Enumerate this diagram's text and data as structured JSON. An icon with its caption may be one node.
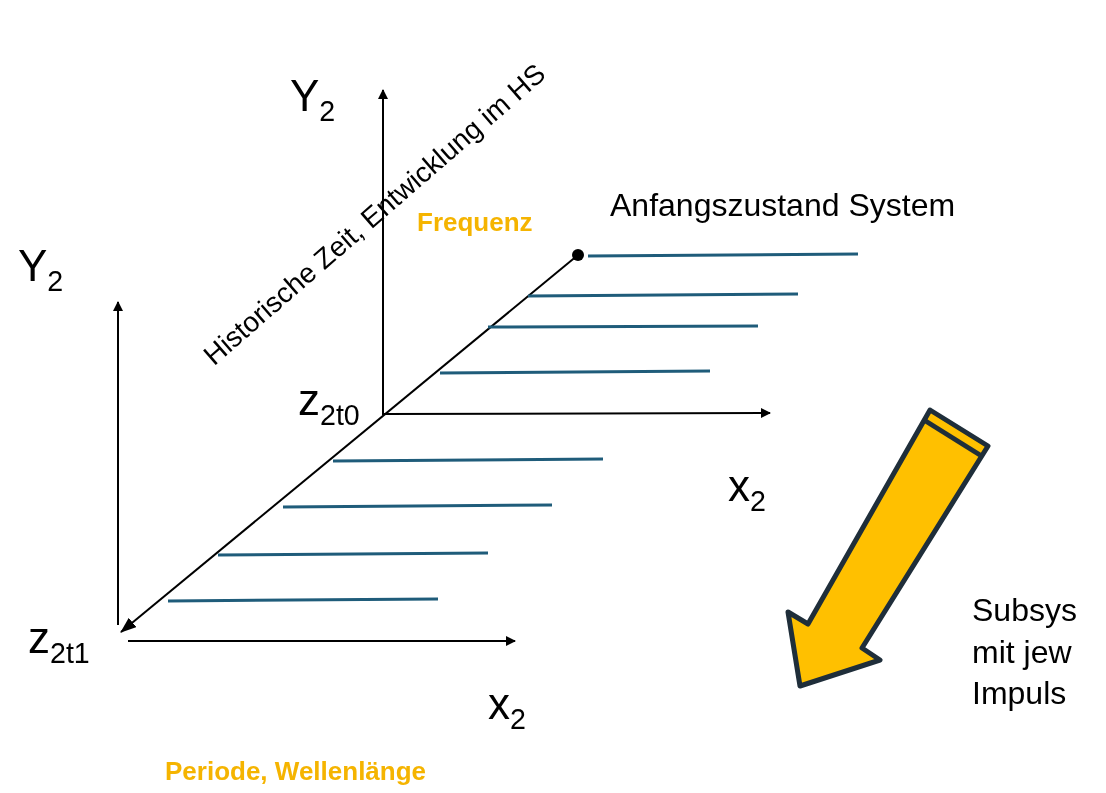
{
  "diagram": {
    "labels": [
      "Historische Zeit, Entwicklung im HS",
      "Y$_{2}$",
      "Frequenz",
      "Anfangszustand System",
      "Y$_{2}$",
      "z$_{2t0}$",
      "x$_{2}$",
      "Subsys mit jew Impuls",
      "z$_{2t1}$",
      "x$_{2}$",
      "Periode, Wellenlänge"
    ]
  }
}
